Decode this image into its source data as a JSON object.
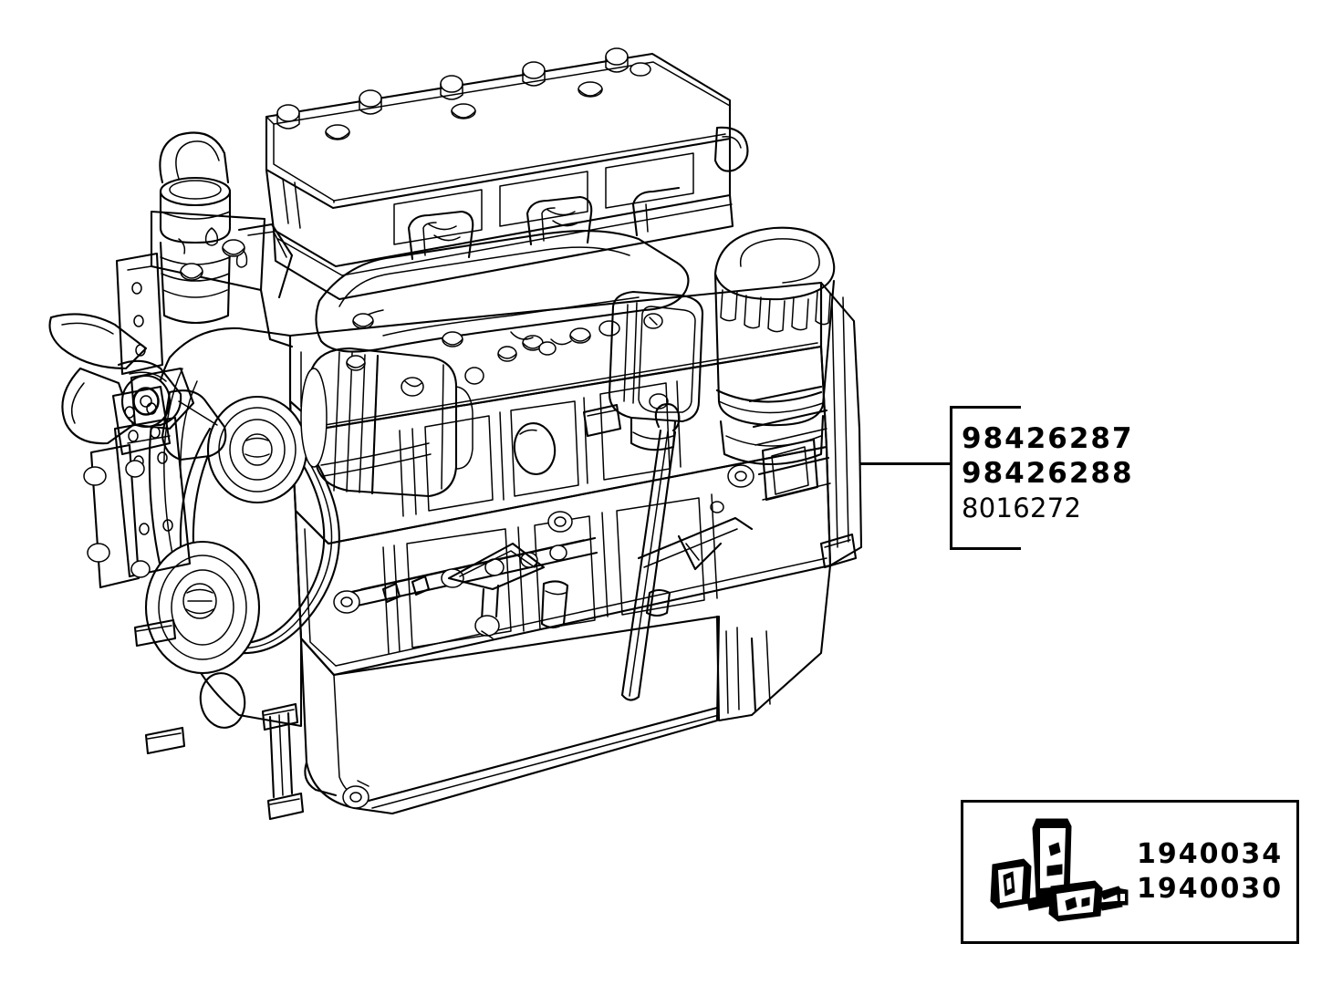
{
  "document": {
    "type": "parts-catalog-illustration",
    "subject": "engine-assembly"
  },
  "callout_main": {
    "name": "engine-assembly-part-numbers",
    "lines": [
      {
        "value": "98426287",
        "weight": "bold"
      },
      {
        "value": "98426288",
        "weight": "bold"
      },
      {
        "value": "8016272",
        "weight": "regular"
      }
    ],
    "line_1": "98426287",
    "line_2": "98426288",
    "line_3": "8016272",
    "border_color": "#000000",
    "text_color": "#000000"
  },
  "inset_box": {
    "name": "sensor-switch-detail",
    "lines": [
      {
        "value": "1940034",
        "weight": "bold"
      },
      {
        "value": "1940030",
        "weight": "bold"
      }
    ],
    "line_1": "1940034",
    "line_2": "1940030",
    "border_color": "#000000",
    "art_fill": "#000000"
  },
  "illustration": {
    "name": "diesel-engine-line-drawing",
    "line_color": "#000000",
    "background_color": "#ffffff",
    "components": [
      "valve-cover",
      "rocker-cover-bolts",
      "intake-manifold",
      "exhaust-manifold",
      "air-intake-elbow",
      "oil-filter-canister",
      "oil-filter-head",
      "dipstick-tube",
      "alternator",
      "cooling-fan",
      "fan-shroud-bracket",
      "crankshaft-pulley",
      "v-belt",
      "water-pump-pulley",
      "timing-gear-cover",
      "cylinder-block",
      "oil-pan",
      "engine-mount-bracket",
      "flywheel-housing",
      "injection-pump-linkage"
    ]
  }
}
